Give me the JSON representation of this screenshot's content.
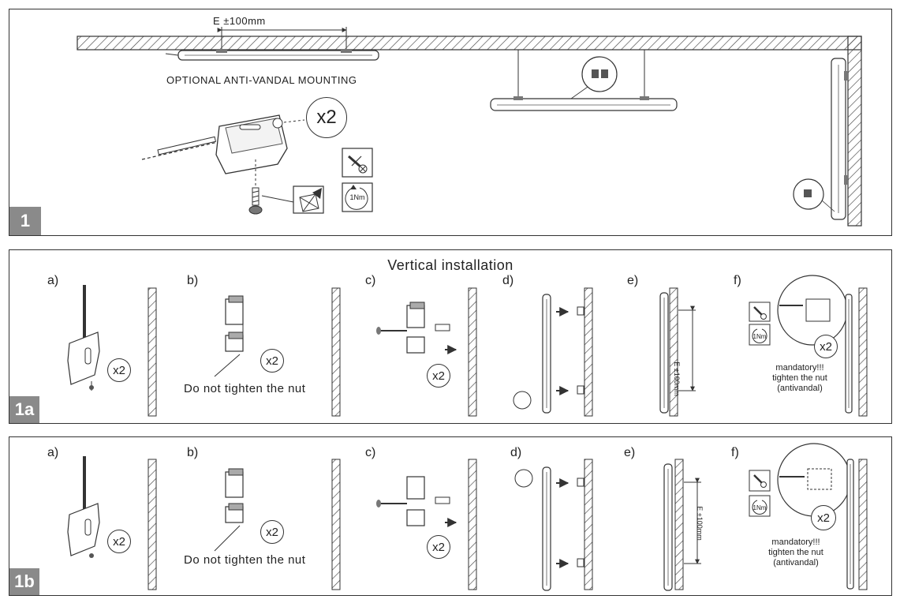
{
  "panel1": {
    "badge": "1",
    "dimension_label": "E ±100mm",
    "caption": "OPTIONAL ANTI-VANDAL MOUNTING",
    "count": "x2",
    "torque": "1Nm"
  },
  "panel1a": {
    "badge": "1a",
    "title": "Vertical installation",
    "steps": [
      "a)",
      "b)",
      "c)",
      "d)",
      "e)",
      "f)"
    ],
    "count": "x2",
    "note_b": "Do not tighten the nut",
    "dimension_label": "E ±100mm",
    "torque": "1Nm",
    "note_f": [
      "mandatory!!!",
      "tighten the nut",
      "(antivandal)"
    ]
  },
  "panel1b": {
    "badge": "1b",
    "steps": [
      "a)",
      "b)",
      "c)",
      "d)",
      "e)",
      "f)"
    ],
    "count": "x2",
    "note_b": "Do not tighten the nut",
    "dimension_label": "E ±100mm",
    "torque": "1Nm",
    "note_f": [
      "mandatory!!!",
      "tighten the nut",
      "(antivandal)"
    ]
  }
}
